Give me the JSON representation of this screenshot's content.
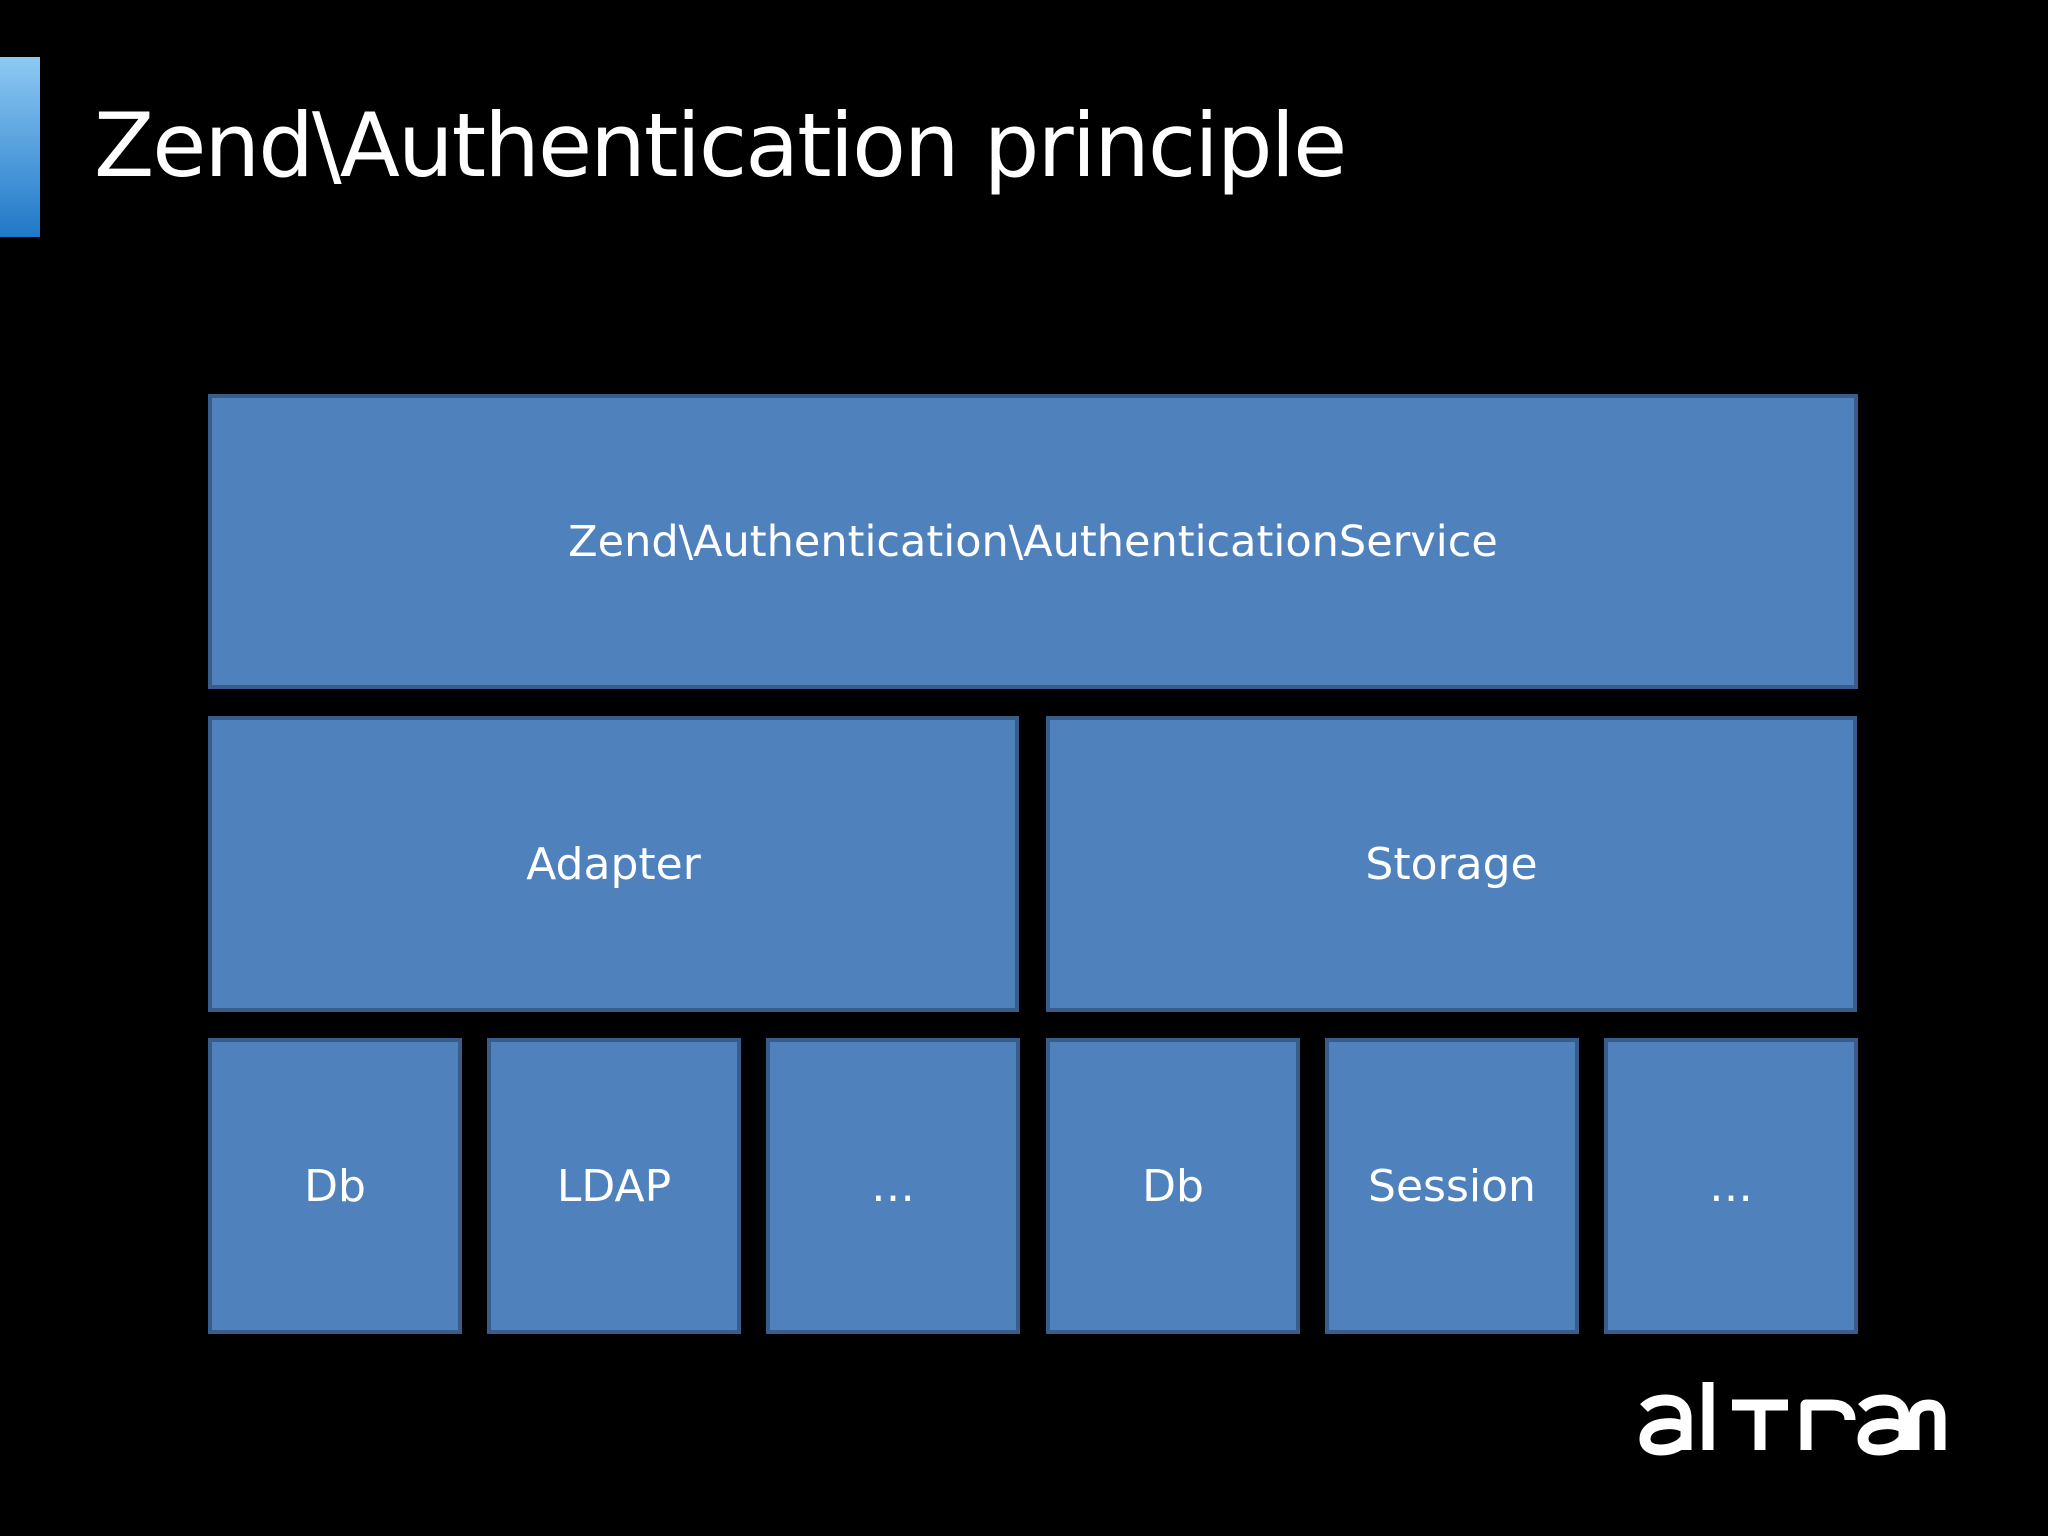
{
  "title": "Zend\\Authentication principle",
  "diagram": {
    "service": "Zend\\Authentication\\AuthenticationService",
    "adapter": {
      "label": "Adapter",
      "children": [
        "Db",
        "LDAP",
        "…"
      ]
    },
    "storage": {
      "label": "Storage",
      "children": [
        "Db",
        "Session",
        "…"
      ]
    }
  },
  "logo": {
    "text": "altran",
    "icon": "altran-logo"
  },
  "colors": {
    "background": "#000000",
    "box_fill": "#4f81bd",
    "box_border": "#385d8a",
    "text": "#ffffff",
    "accent_top": "#8ec9f3",
    "accent_bottom": "#1f78c8"
  }
}
